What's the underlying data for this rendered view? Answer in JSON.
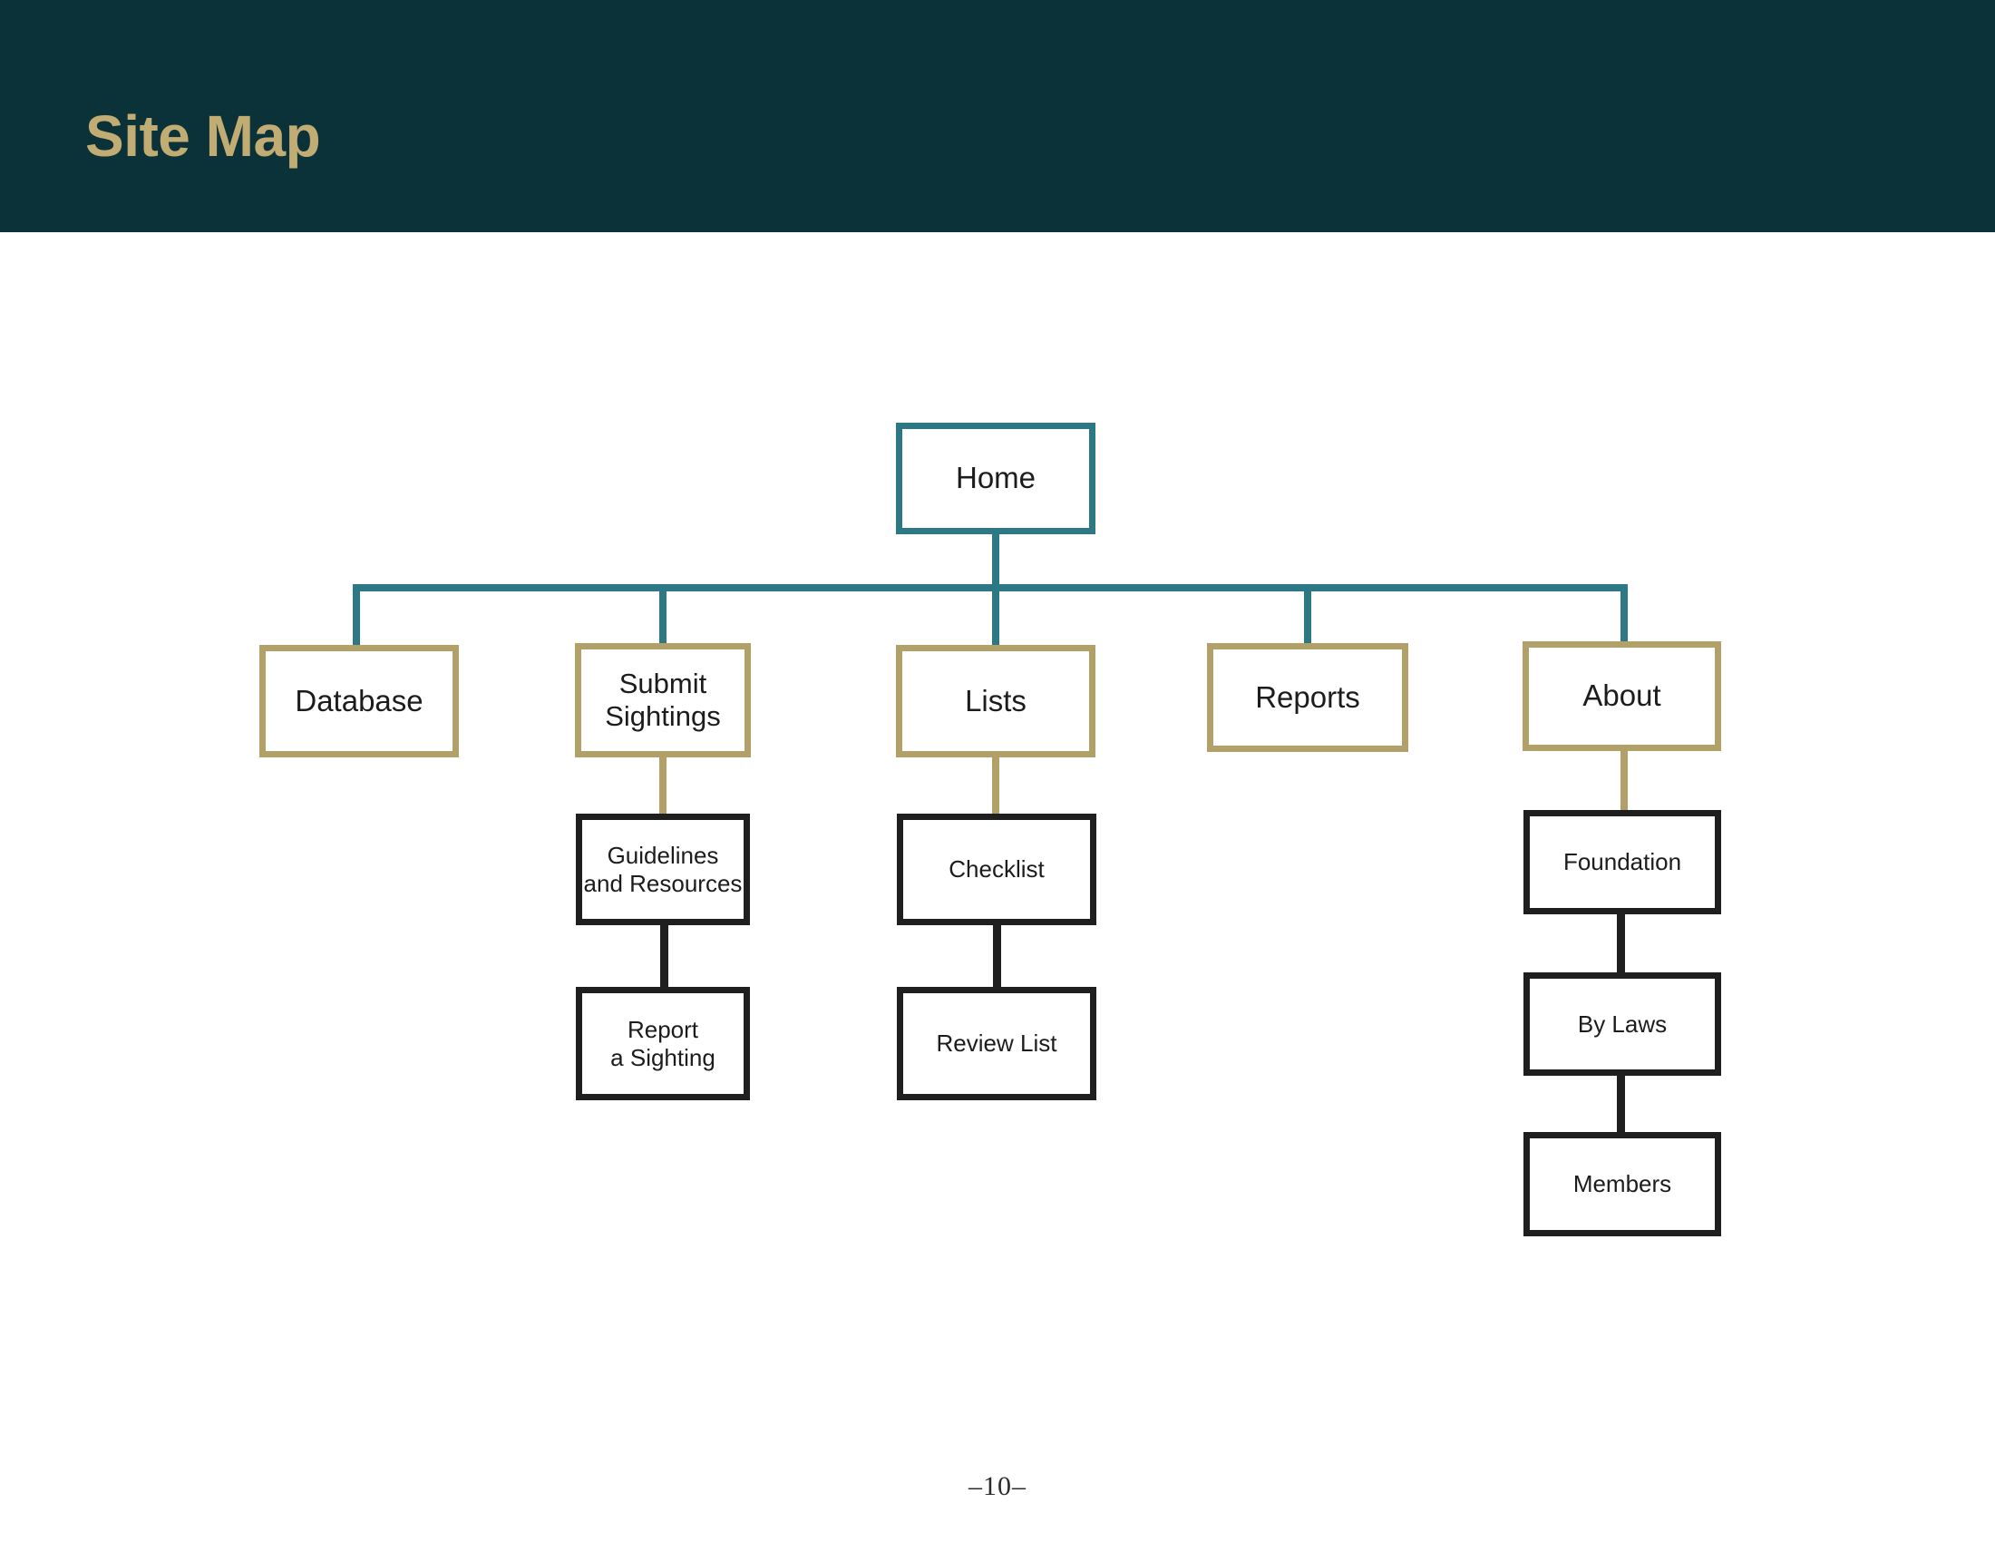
{
  "slide": {
    "title": "Site Map",
    "page_number": "–10–",
    "colors": {
      "header_background": "#0b3239",
      "title_text": "#c1ac74",
      "canvas_background": "#ffffff",
      "level1_border": "#2c7885",
      "level2_border": "#b1a067",
      "level3_border": "#1f1f1f",
      "node_text": "#1c1c1c"
    }
  },
  "sitemap": {
    "root": {
      "label": "Home",
      "border_color": "#2c7885"
    },
    "branches": [
      {
        "label": "Database",
        "border_color": "#b1a067",
        "children": []
      },
      {
        "label": "Submit\nSightings",
        "border_color": "#b1a067",
        "children": [
          {
            "label": "Guidelines\nand Resources",
            "border_color": "#1f1f1f"
          },
          {
            "label": "Report\na Sighting",
            "border_color": "#1f1f1f"
          }
        ]
      },
      {
        "label": "Lists",
        "border_color": "#b1a067",
        "children": [
          {
            "label": "Checklist",
            "border_color": "#1f1f1f"
          },
          {
            "label": "Review List",
            "border_color": "#1f1f1f"
          }
        ]
      },
      {
        "label": "Reports",
        "border_color": "#b1a067",
        "children": []
      },
      {
        "label": "About",
        "border_color": "#b1a067",
        "children": [
          {
            "label": "Foundation",
            "border_color": "#1f1f1f"
          },
          {
            "label": "By Laws",
            "border_color": "#1f1f1f"
          },
          {
            "label": "Members",
            "border_color": "#1f1f1f"
          }
        ]
      }
    ]
  }
}
